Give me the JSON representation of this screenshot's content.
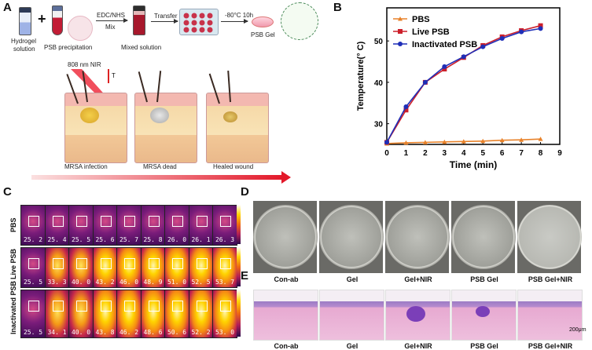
{
  "panels": {
    "a": "A",
    "b": "B",
    "c": "C",
    "d": "D",
    "e": "E"
  },
  "panel_a": {
    "hydrogel_label_1": "Hydrogel",
    "hydrogel_label_2": "solution",
    "plus": "+",
    "psb_label": "PSB precipitation",
    "edc_label": "EDC/NHS",
    "mix_label": "Mix",
    "mixed_label": "Mixed solution",
    "transfer_label": "Transfer",
    "freeze_label": "-80°C 10h",
    "gel_label": "PSB Gel",
    "nir_label": "808 nm NIR",
    "t_label": "T",
    "skin_labels": [
      "MRSA infection",
      "MRSA dead",
      "Healed wound"
    ]
  },
  "chart_data": {
    "type": "line",
    "x": [
      0,
      1,
      2,
      3,
      4,
      5,
      6,
      7,
      8
    ],
    "xlabel": "Time (min)",
    "ylabel": "Temperature(° C)",
    "xlim": [
      0,
      9
    ],
    "ylim": [
      25,
      58
    ],
    "xticks": [
      0,
      1,
      2,
      3,
      4,
      5,
      6,
      7,
      8,
      9
    ],
    "yticks": [
      30,
      40,
      50
    ],
    "legend_position": "top-left",
    "series": [
      {
        "name": "PBS",
        "color": "#e8822a",
        "marker": "triangle",
        "values": [
          25.2,
          25.4,
          25.5,
          25.6,
          25.7,
          25.8,
          26.0,
          26.1,
          26.3
        ]
      },
      {
        "name": "Live PSB",
        "color": "#cc1f2a",
        "marker": "square",
        "values": [
          25.5,
          33.3,
          40.0,
          43.2,
          46.0,
          48.9,
          51.0,
          52.5,
          53.7
        ]
      },
      {
        "name": "Inactivated PSB",
        "color": "#1f2fb8",
        "marker": "circle",
        "values": [
          25.5,
          34.1,
          40.0,
          43.8,
          46.2,
          48.6,
          50.6,
          52.2,
          53.0
        ]
      }
    ]
  },
  "panel_c": {
    "rows": [
      {
        "label": "PBS",
        "values": [
          "25. 2",
          "25. 4",
          "25. 5",
          "25. 6",
          "25. 7",
          "25. 8",
          "26. 0",
          "26. 1",
          "26. 3"
        ]
      },
      {
        "label": "Live PSB",
        "values": [
          "25. 5",
          "33. 3",
          "40. 0",
          "43. 2",
          "46. 0",
          "48. 9",
          "51. 0",
          "52. 5",
          "53. 7"
        ]
      },
      {
        "label": "Inactivated PSB",
        "values": [
          "25. 5",
          "34. 1",
          "40. 0",
          "43. 8",
          "46. 2",
          "48. 6",
          "50. 6",
          "52. 2",
          "53. 0"
        ]
      }
    ]
  },
  "panel_d": {
    "labels": [
      "Con-ab",
      "Gel",
      "Gel+NIR",
      "PSB Gel",
      "PSB Gel+NIR"
    ]
  },
  "panel_e": {
    "labels": [
      "Con-ab",
      "Gel",
      "Gel+NIR",
      "PSB Gel",
      "PSB Gel+NIR"
    ],
    "scale": "200μm"
  }
}
